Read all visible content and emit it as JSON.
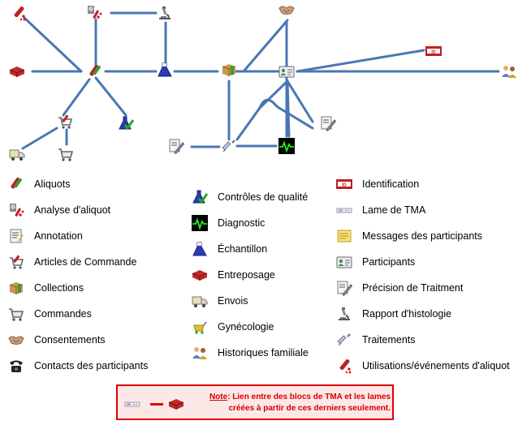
{
  "legend_col1": [
    {
      "label": "Aliquots",
      "icon": "aliquot-icon"
    },
    {
      "label": "Analyse d'aliquot",
      "icon": "aliquot-analysis-icon"
    },
    {
      "label": "Annotation",
      "icon": "annotation-icon"
    },
    {
      "label": "Articles de Commande",
      "icon": "order-item-icon"
    },
    {
      "label": "Collections",
      "icon": "collection-icon"
    },
    {
      "label": "Commandes",
      "icon": "order-icon"
    },
    {
      "label": "Consentements",
      "icon": "consent-icon"
    },
    {
      "label": "Contacts des participants",
      "icon": "contact-icon"
    }
  ],
  "legend_col2": [
    {
      "label": "Contrôles de qualité",
      "icon": "quality-control-icon"
    },
    {
      "label": "Diagnostic",
      "icon": "diagnosis-icon"
    },
    {
      "label": "Échantillon",
      "icon": "sample-icon"
    },
    {
      "label": "Entreposage",
      "icon": "storage-icon"
    },
    {
      "label": "Envois",
      "icon": "shipment-icon"
    },
    {
      "label": "Gynécologie",
      "icon": "gynecology-icon"
    },
    {
      "label": "Historiques familiale",
      "icon": "family-history-icon"
    }
  ],
  "legend_col3": [
    {
      "label": "Identification",
      "icon": "identification-icon"
    },
    {
      "label": "Lame de TMA",
      "icon": "tma-slide-icon"
    },
    {
      "label": "Messages des participants",
      "icon": "message-icon"
    },
    {
      "label": "Participants",
      "icon": "participant-icon"
    },
    {
      "label": "Précision de Traitment",
      "icon": "treatment-precision-icon"
    },
    {
      "label": "Rapport d'histologie",
      "icon": "histology-report-icon"
    },
    {
      "label": "Traitements",
      "icon": "treatment-icon"
    },
    {
      "label": "Utilisations/événements d'aliquot",
      "icon": "aliquot-use-icon"
    }
  ],
  "note": {
    "key": "Note",
    "line1": ": Lien entre des blocs de TMA et les lames",
    "line2": "créées à partir de ces derniers seulement."
  },
  "colors": {
    "edge": "#4a77b4",
    "note_border": "#e00000",
    "note_text": "#d40000"
  }
}
